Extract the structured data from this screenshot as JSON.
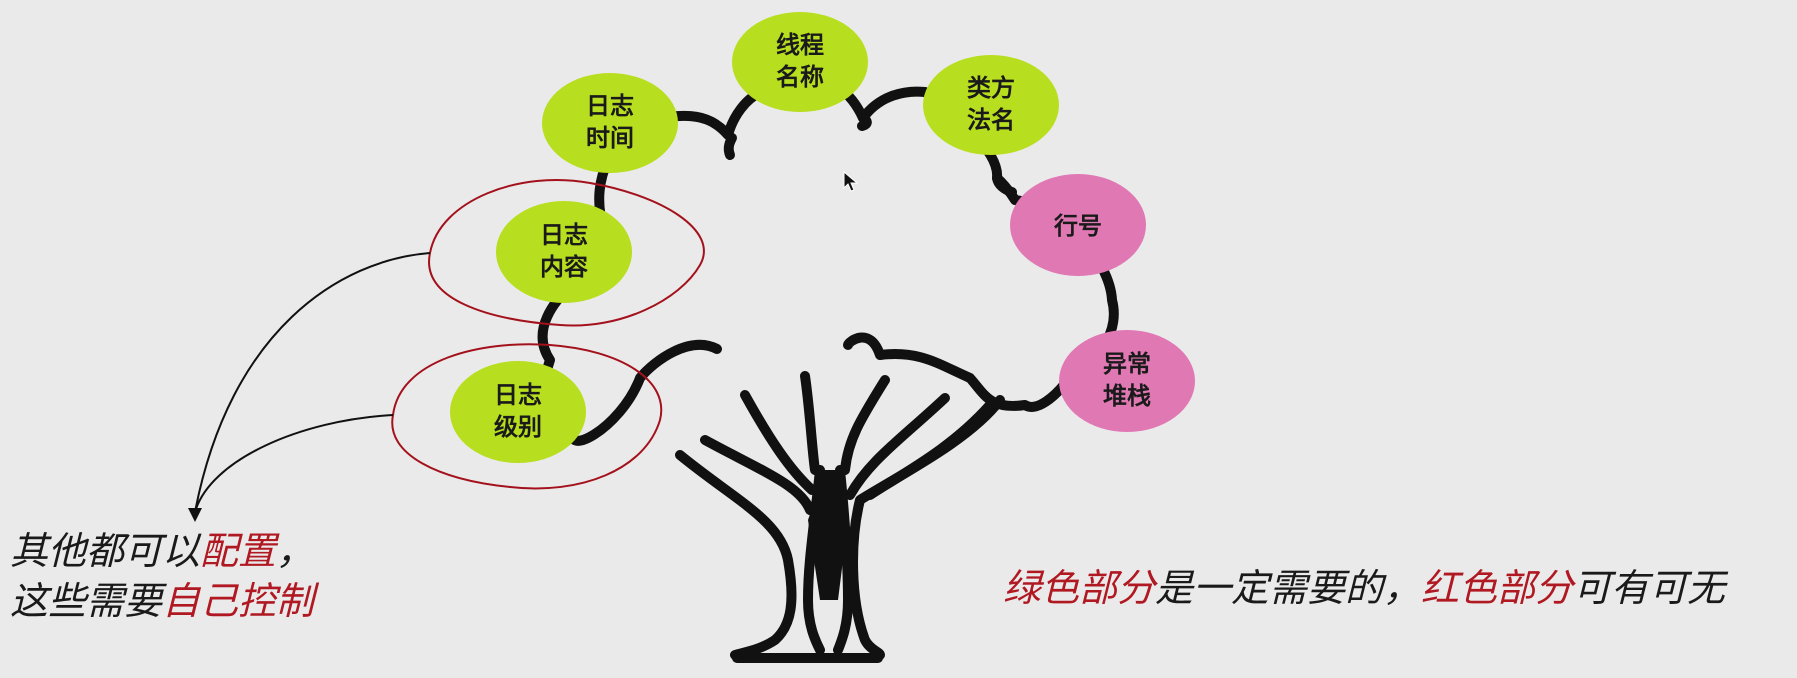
{
  "nodes": {
    "log_time": {
      "line1": "日志",
      "line2": "时间",
      "color": "#b7de1f"
    },
    "thread_name": {
      "line1": "线程",
      "line2": "名称",
      "color": "#b7de1f"
    },
    "class_method": {
      "line1": "类方",
      "line2": "法名",
      "color": "#b7de1f"
    },
    "line_number": {
      "line1": "行号",
      "color": "#e078b4"
    },
    "exception_stack": {
      "line1": "异常",
      "line2": "堆栈",
      "color": "#e078b4"
    },
    "log_content": {
      "line1": "日志",
      "line2": "内容",
      "color": "#b7de1f"
    },
    "log_level": {
      "line1": "日志",
      "line2": "级别",
      "color": "#b7de1f"
    }
  },
  "left_note": {
    "line1_plain": "其他都可以",
    "line1_highlight": "配置",
    "line1_tail": "，",
    "line2_plain": "这些需要",
    "line2_highlight": "自己控制"
  },
  "right_note": {
    "part1_highlight": "绿色部分",
    "part2_plain": "是一定需要的，",
    "part3_highlight": "红色部分",
    "part4_plain": "可有可无"
  },
  "colors": {
    "required_node": "#b7de1f",
    "optional_node": "#e078b4",
    "highlight_text": "#b01822",
    "annotation_outline": "#a3121c",
    "tree": "#111111",
    "background": "#ebeaea"
  }
}
